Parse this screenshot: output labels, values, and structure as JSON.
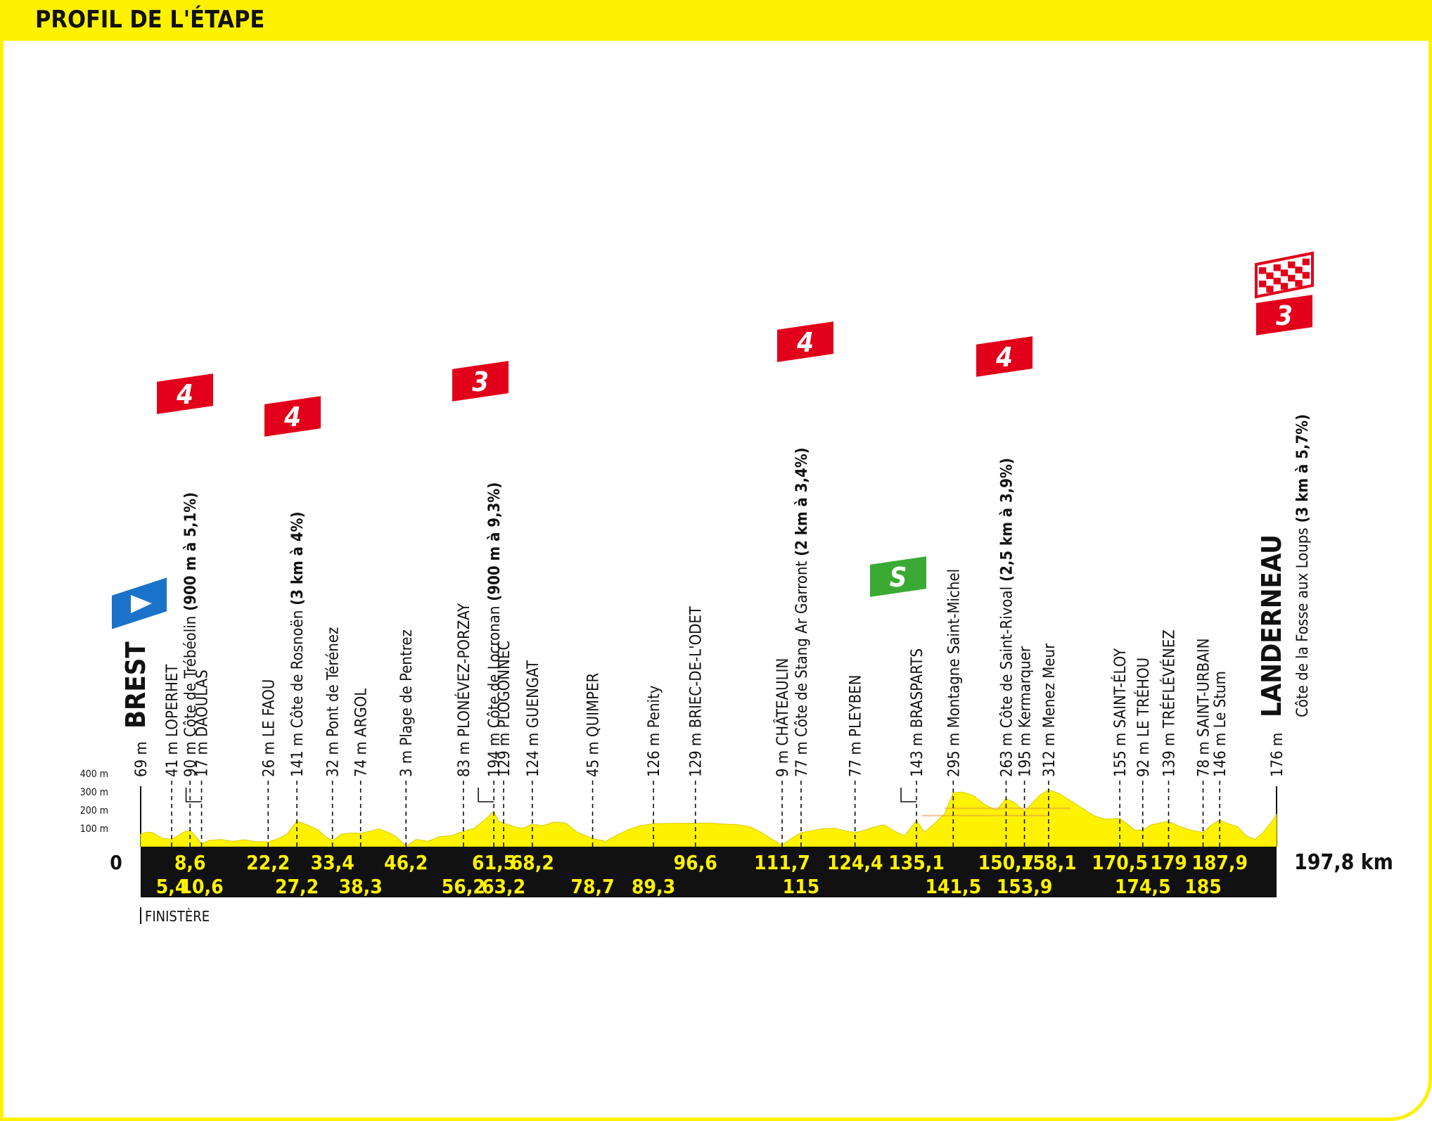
{
  "header": {
    "title": "PROFIL DE L'ÉTAPE"
  },
  "colors": {
    "accent": "#fff200",
    "profile": "#fff200",
    "band": "#111111",
    "climb_badge": "#e2001a",
    "sprint_badge": "#3aaa35",
    "start_badge": "#1a73c8",
    "finish_red": "#e2001a"
  },
  "chart_data": {
    "type": "area",
    "title": "PROFIL DE L'ÉTAPE",
    "xlabel": "",
    "ylabel": "",
    "xlim": [
      0,
      197.8
    ],
    "ylim": [
      0,
      400
    ],
    "y_ticks": [
      "100 m",
      "200 m",
      "300 m",
      "400 m"
    ],
    "y_tick_values": [
      100,
      200,
      300,
      400
    ],
    "km_start_label": "0",
    "km_total_label": "197,8 km",
    "region_label": "FINISTÈRE",
    "profile": [
      [
        0,
        69
      ],
      [
        1,
        80
      ],
      [
        2,
        78
      ],
      [
        3,
        60
      ],
      [
        4,
        45
      ],
      [
        5.4,
        41
      ],
      [
        6.5,
        60
      ],
      [
        7.5,
        80
      ],
      [
        8.6,
        90
      ],
      [
        9.5,
        60
      ],
      [
        10.6,
        17
      ],
      [
        12,
        35
      ],
      [
        14,
        40
      ],
      [
        16,
        30
      ],
      [
        18,
        38
      ],
      [
        20,
        28
      ],
      [
        22.2,
        26
      ],
      [
        24,
        45
      ],
      [
        25.5,
        70
      ],
      [
        27.2,
        141
      ],
      [
        29,
        120
      ],
      [
        31,
        90
      ],
      [
        32,
        60
      ],
      [
        33.4,
        32
      ],
      [
        35,
        70
      ],
      [
        36.5,
        74
      ],
      [
        38.3,
        74
      ],
      [
        40,
        85
      ],
      [
        41.5,
        98
      ],
      [
        43,
        80
      ],
      [
        44.5,
        55
      ],
      [
        46.2,
        3
      ],
      [
        48,
        40
      ],
      [
        50,
        30
      ],
      [
        52,
        55
      ],
      [
        54,
        60
      ],
      [
        56.2,
        83
      ],
      [
        58,
        100
      ],
      [
        60,
        150
      ],
      [
        61.5,
        194
      ],
      [
        62.3,
        140
      ],
      [
        63.2,
        129
      ],
      [
        65,
        110
      ],
      [
        66.5,
        100
      ],
      [
        68.2,
        124
      ],
      [
        70,
        115
      ],
      [
        72,
        135
      ],
      [
        74,
        130
      ],
      [
        76,
        80
      ],
      [
        78.7,
        45
      ],
      [
        81,
        30
      ],
      [
        83,
        65
      ],
      [
        85,
        95
      ],
      [
        87,
        115
      ],
      [
        89.3,
        126
      ],
      [
        92,
        128
      ],
      [
        94,
        128
      ],
      [
        96.6,
        129
      ],
      [
        99,
        130
      ],
      [
        101,
        125
      ],
      [
        104,
        120
      ],
      [
        106,
        110
      ],
      [
        108,
        80
      ],
      [
        110,
        40
      ],
      [
        111.7,
        9
      ],
      [
        113.5,
        50
      ],
      [
        115,
        77
      ],
      [
        117,
        88
      ],
      [
        119,
        100
      ],
      [
        121,
        100
      ],
      [
        123,
        85
      ],
      [
        124.4,
        77
      ],
      [
        126,
        90
      ],
      [
        128,
        110
      ],
      [
        129.5,
        120
      ],
      [
        131,
        90
      ],
      [
        133,
        60
      ],
      [
        135.1,
        143
      ],
      [
        136.5,
        80
      ],
      [
        138,
        120
      ],
      [
        140,
        180
      ],
      [
        141.5,
        295
      ],
      [
        143,
        300
      ],
      [
        145,
        280
      ],
      [
        147,
        230
      ],
      [
        149,
        200
      ],
      [
        150.7,
        263
      ],
      [
        152,
        245
      ],
      [
        153.9,
        195
      ],
      [
        155,
        230
      ],
      [
        156.5,
        280
      ],
      [
        158.1,
        312
      ],
      [
        160,
        290
      ],
      [
        162,
        250
      ],
      [
        164,
        210
      ],
      [
        166,
        170
      ],
      [
        168,
        150
      ],
      [
        170.5,
        155
      ],
      [
        172,
        120
      ],
      [
        173.2,
        90
      ],
      [
        174.5,
        92
      ],
      [
        176,
        120
      ],
      [
        177.5,
        130
      ],
      [
        179,
        139
      ],
      [
        181,
        110
      ],
      [
        183,
        90
      ],
      [
        185,
        78
      ],
      [
        186.5,
        120
      ],
      [
        187.9,
        146
      ],
      [
        189,
        130
      ],
      [
        191,
        110
      ],
      [
        192.5,
        60
      ],
      [
        194,
        40
      ],
      [
        195.5,
        80
      ],
      [
        197,
        140
      ],
      [
        197.8,
        176
      ]
    ],
    "locations": [
      {
        "km": 0,
        "alt_label": "69 m",
        "name": "BREST",
        "major": true,
        "side": "bottom"
      },
      {
        "km": 5.4,
        "alt_label": "41 m",
        "name": "LOPERHET",
        "side": "bottom"
      },
      {
        "km": 8.6,
        "alt_label": "90 m",
        "name": "Côte de Trébéolin",
        "detail": "(900 m à 5,1%)",
        "side": "top"
      },
      {
        "km": 10.6,
        "alt_label": "17 m",
        "name": "DAOULAS",
        "side": "bottom",
        "elbow": true
      },
      {
        "km": 22.2,
        "alt_label": "26 m",
        "name": "LE FAOU",
        "side": "top"
      },
      {
        "km": 27.2,
        "alt_label": "141 m",
        "name": "Côte de Rosnoën",
        "detail": "(3 km à 4%)",
        "side": "bottom"
      },
      {
        "km": 33.4,
        "alt_label": "32 m",
        "name": "Pont de Térénez",
        "side": "top"
      },
      {
        "km": 38.3,
        "alt_label": "74 m",
        "name": "ARGOL",
        "side": "bottom"
      },
      {
        "km": 46.2,
        "alt_label": "3 m",
        "name": "Plage de Pentrez",
        "side": "top"
      },
      {
        "km": 56.2,
        "alt_label": "83 m",
        "name": "PLONÉVEZ-PORZAY",
        "side": "bottom"
      },
      {
        "km": 61.5,
        "alt_label": "194 m",
        "name": "Côte de Locronan",
        "detail": "(900 m à 9,3%)",
        "side": "top",
        "elbow": true
      },
      {
        "km": 63.2,
        "alt_label": "129 m",
        "name": "PLOGONNEC",
        "side": "bottom"
      },
      {
        "km": 68.2,
        "alt_label": "124 m",
        "name": "GUENGAT",
        "side": "top"
      },
      {
        "km": 78.7,
        "alt_label": "45 m",
        "name": "QUIMPER",
        "side": "bottom"
      },
      {
        "km": 89.3,
        "alt_label": "126 m",
        "name": "Penity",
        "side": "bottom"
      },
      {
        "km": 96.6,
        "alt_label": "129 m",
        "name": "BRIEC-DE-L'ODET",
        "side": "top"
      },
      {
        "km": 111.7,
        "alt_label": "9 m",
        "name": "CHÂTEAULIN",
        "side": "top"
      },
      {
        "km": 115,
        "alt_label": "77 m",
        "name": "Côte de Stang Ar Garront",
        "detail": "(2 km à 3,4%)",
        "side": "bottom"
      },
      {
        "km": 124.4,
        "alt_label": "77 m",
        "name": "PLEYBEN",
        "side": "top"
      },
      {
        "km": 135.1,
        "alt_label": "143 m",
        "name": "BRASPARTS",
        "side": "top",
        "elbow": true
      },
      {
        "km": 141.5,
        "alt_label": "295 m",
        "name": "Montagne Saint-Michel",
        "side": "bottom"
      },
      {
        "km": 150.7,
        "alt_label": "263 m",
        "name": "Côte de Saint-Rivoal",
        "detail": "(2,5 km à 3,9%)",
        "side": "top"
      },
      {
        "km": 153.9,
        "alt_label": "195 m",
        "name": "Kermarquer",
        "side": "bottom"
      },
      {
        "km": 158.1,
        "alt_label": "312 m",
        "name": "Menez Meur",
        "side": "top"
      },
      {
        "km": 170.5,
        "alt_label": "155 m",
        "name": "SAINT-ÉLOY",
        "side": "top"
      },
      {
        "km": 174.5,
        "alt_label": "92 m",
        "name": "LE TRÉHOU",
        "side": "bottom"
      },
      {
        "km": 179,
        "alt_label": "139 m",
        "name": "TRÉFLÉVÉNEZ",
        "side": "top"
      },
      {
        "km": 185,
        "alt_label": "78 m",
        "name": "SAINT-URBAIN",
        "side": "bottom"
      },
      {
        "km": 187.9,
        "alt_label": "146 m",
        "name": "Le Stum",
        "side": "top"
      },
      {
        "km": 197.8,
        "alt_label": "176 m",
        "name": "LANDERNEAU",
        "major": true,
        "side": "none"
      }
    ],
    "km_labels": [
      {
        "km": 5.4,
        "text": "5,4",
        "row": "bottom"
      },
      {
        "km": 8.6,
        "text": "8,6",
        "row": "top"
      },
      {
        "km": 10.6,
        "text": "10,6",
        "row": "bottom"
      },
      {
        "km": 22.2,
        "text": "22,2",
        "row": "top"
      },
      {
        "km": 27.2,
        "text": "27,2",
        "row": "bottom"
      },
      {
        "km": 33.4,
        "text": "33,4",
        "row": "top"
      },
      {
        "km": 38.3,
        "text": "38,3",
        "row": "bottom"
      },
      {
        "km": 46.2,
        "text": "46,2",
        "row": "top"
      },
      {
        "km": 56.2,
        "text": "56,2",
        "row": "bottom"
      },
      {
        "km": 61.5,
        "text": "61,5",
        "row": "top"
      },
      {
        "km": 63.2,
        "text": "63,2",
        "row": "bottom"
      },
      {
        "km": 68.2,
        "text": "68,2",
        "row": "top"
      },
      {
        "km": 78.7,
        "text": "78,7",
        "row": "bottom"
      },
      {
        "km": 89.3,
        "text": "89,3",
        "row": "bottom"
      },
      {
        "km": 96.6,
        "text": "96,6",
        "row": "top"
      },
      {
        "km": 111.7,
        "text": "111,7",
        "row": "top"
      },
      {
        "km": 115,
        "text": "115",
        "row": "bottom"
      },
      {
        "km": 124.4,
        "text": "124,4",
        "row": "top"
      },
      {
        "km": 135.1,
        "text": "135,1",
        "row": "top"
      },
      {
        "km": 141.5,
        "text": "141,5",
        "row": "bottom"
      },
      {
        "km": 150.7,
        "text": "150,7",
        "row": "top"
      },
      {
        "km": 153.9,
        "text": "153,9",
        "row": "bottom"
      },
      {
        "km": 158.1,
        "text": "158,1",
        "row": "top"
      },
      {
        "km": 170.5,
        "text": "170,5",
        "row": "top"
      },
      {
        "km": 174.5,
        "text": "174,5",
        "row": "bottom"
      },
      {
        "km": 179,
        "text": "179",
        "row": "top"
      },
      {
        "km": 185,
        "text": "185",
        "row": "bottom"
      },
      {
        "km": 187.9,
        "text": "187,9",
        "row": "top"
      }
    ],
    "badges": [
      {
        "type": "climb",
        "category": "4",
        "km": 8.6
      },
      {
        "type": "climb",
        "category": "4",
        "km": 27.2
      },
      {
        "type": "climb",
        "category": "3",
        "km": 61.5
      },
      {
        "type": "climb",
        "category": "4",
        "km": 115
      },
      {
        "type": "sprint",
        "category": "S",
        "km": 135.1
      },
      {
        "type": "climb",
        "category": "4",
        "km": 150.7
      },
      {
        "type": "climb",
        "category": "3",
        "km": 197.8
      },
      {
        "type": "start",
        "km": 0
      },
      {
        "type": "finish",
        "km": 197.8
      }
    ],
    "finish_climb": {
      "name": "Côte de la Fosse aux Loups",
      "detail": "(3 km à 5,7%)"
    }
  }
}
